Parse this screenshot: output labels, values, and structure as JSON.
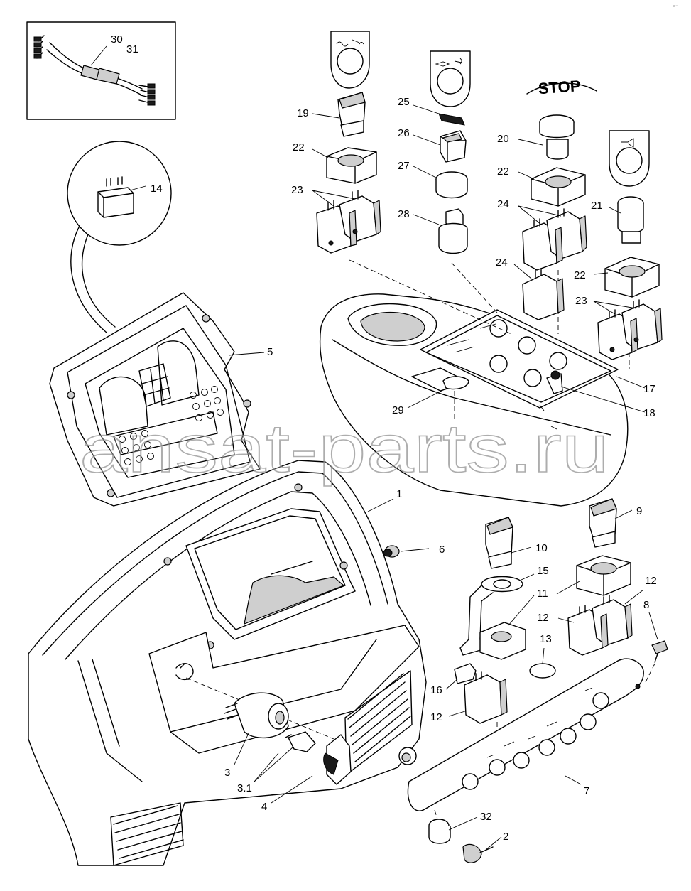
{
  "watermark": "ansat-parts.ru",
  "stop_label": "STOP",
  "corner_mark": "ᵉ⁻",
  "labels": [
    "30",
    "31",
    "14",
    "19",
    "22",
    "23",
    "25",
    "26",
    "27",
    "28",
    "20",
    "22",
    "24",
    "21",
    "24",
    "22",
    "23",
    "5",
    "17",
    "18",
    "29",
    "1",
    "6",
    "9",
    "10",
    "15",
    "11",
    "12",
    "12",
    "8",
    "13",
    "16",
    "12",
    "3",
    "3.1",
    "4",
    "7",
    "32",
    "2"
  ]
}
